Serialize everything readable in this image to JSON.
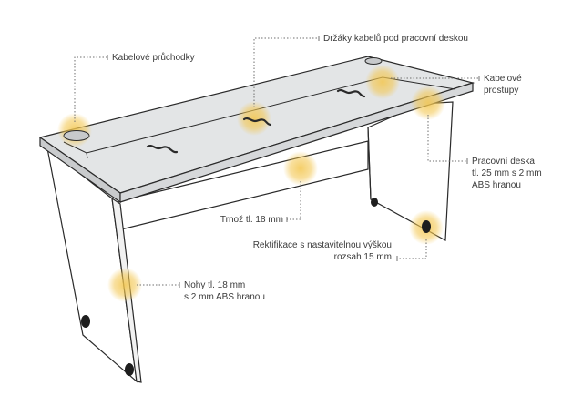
{
  "colors": {
    "outline": "#2a2a2a",
    "panel_fill": "#ffffff",
    "desk_top": "#e3e5e6",
    "desk_edge": "#c9cbcd",
    "highlight": "#f3c64e",
    "leader": "#6f6f6f",
    "text": "#3a3a3a"
  },
  "icons": {
    "cable_holder": "cable-clip-icon",
    "grommet": "grommet-icon",
    "leveling_foot": "leveling-foot-icon"
  },
  "labels": {
    "grommets": "Kabelové průchodky",
    "cable_holders": "Držáky kabelů pod pracovní deskou",
    "cable_passages": [
      "Kabelové",
      "prostupy"
    ],
    "desktop": [
      "Pracovní deska",
      "tl. 25 mm s 2 mm",
      "ABS hranou"
    ],
    "modesty_panel": "Trnož tl. 18 mm",
    "leveling": [
      "Rektifikace s nastavitelnou výškou",
      "rozsah 15 mm"
    ],
    "legs": [
      "Nohy tl. 18 mm",
      "s 2 mm ABS hranou"
    ]
  }
}
